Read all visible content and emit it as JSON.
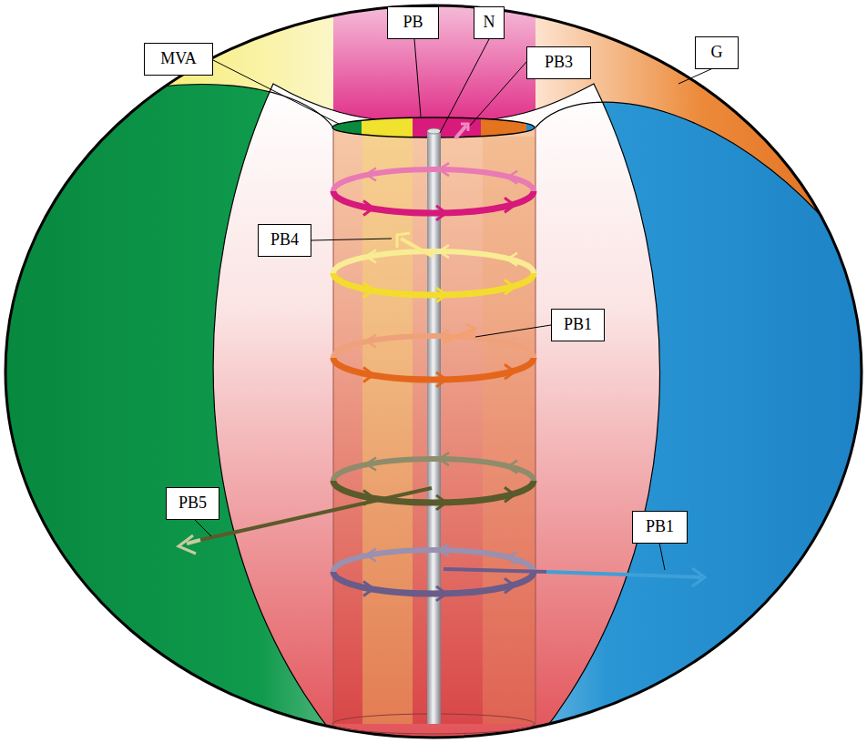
{
  "diagram": {
    "labels": [
      "PB",
      "N",
      "MVA",
      "PB3",
      "G",
      "PB4",
      "PB1",
      "PB5",
      "PB1"
    ]
  }
}
